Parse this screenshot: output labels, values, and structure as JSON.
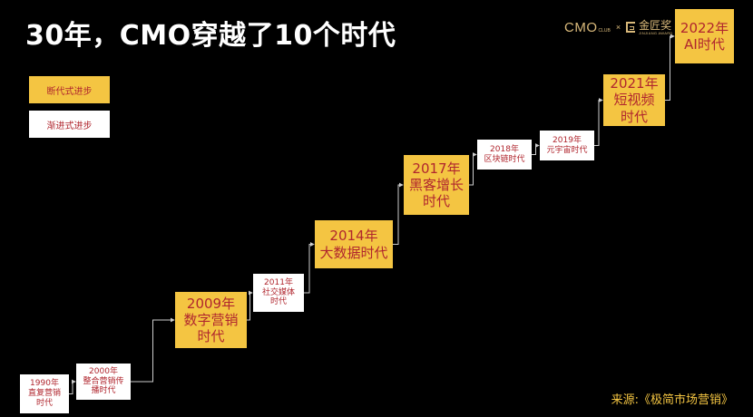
{
  "title": "30年，CMO穿越了10个时代",
  "logo": {
    "cmo": "CMO",
    "club": "CLUB",
    "separator": "×",
    "award_cn": "金匠奖",
    "award_en": "JINJIANG AWARD"
  },
  "legend": {
    "major": "断代式进步",
    "minor": "渐进式进步"
  },
  "timeline": [
    {
      "type": "minor",
      "lines": [
        "1990年",
        "直复营销",
        "时代"
      ]
    },
    {
      "type": "minor",
      "lines": [
        "2000年",
        "整合营销传",
        "播时代"
      ]
    },
    {
      "type": "major",
      "lines": [
        "2009年",
        "数字营销",
        "时代"
      ]
    },
    {
      "type": "minor",
      "lines": [
        "2011年",
        "社交媒体",
        "时代"
      ]
    },
    {
      "type": "major",
      "lines": [
        "2014年",
        "大数据时代"
      ]
    },
    {
      "type": "major",
      "lines": [
        "2017年",
        "黑客增长",
        "时代"
      ]
    },
    {
      "type": "minor",
      "lines": [
        "2018年",
        "区块链时代"
      ]
    },
    {
      "type": "minor",
      "lines": [
        "2019年",
        "元宇宙时代"
      ]
    },
    {
      "type": "major",
      "lines": [
        "2021年",
        "短视频",
        "时代"
      ]
    },
    {
      "type": "major",
      "lines": [
        "2022年",
        "AI时代"
      ]
    }
  ],
  "source": "来源:《极简市场营销》",
  "colors": {
    "background": "#000000",
    "major_fill": "#f4c542",
    "minor_fill": "#ffffff",
    "node_text": "#b0262e",
    "connector": "#cccccc"
  }
}
